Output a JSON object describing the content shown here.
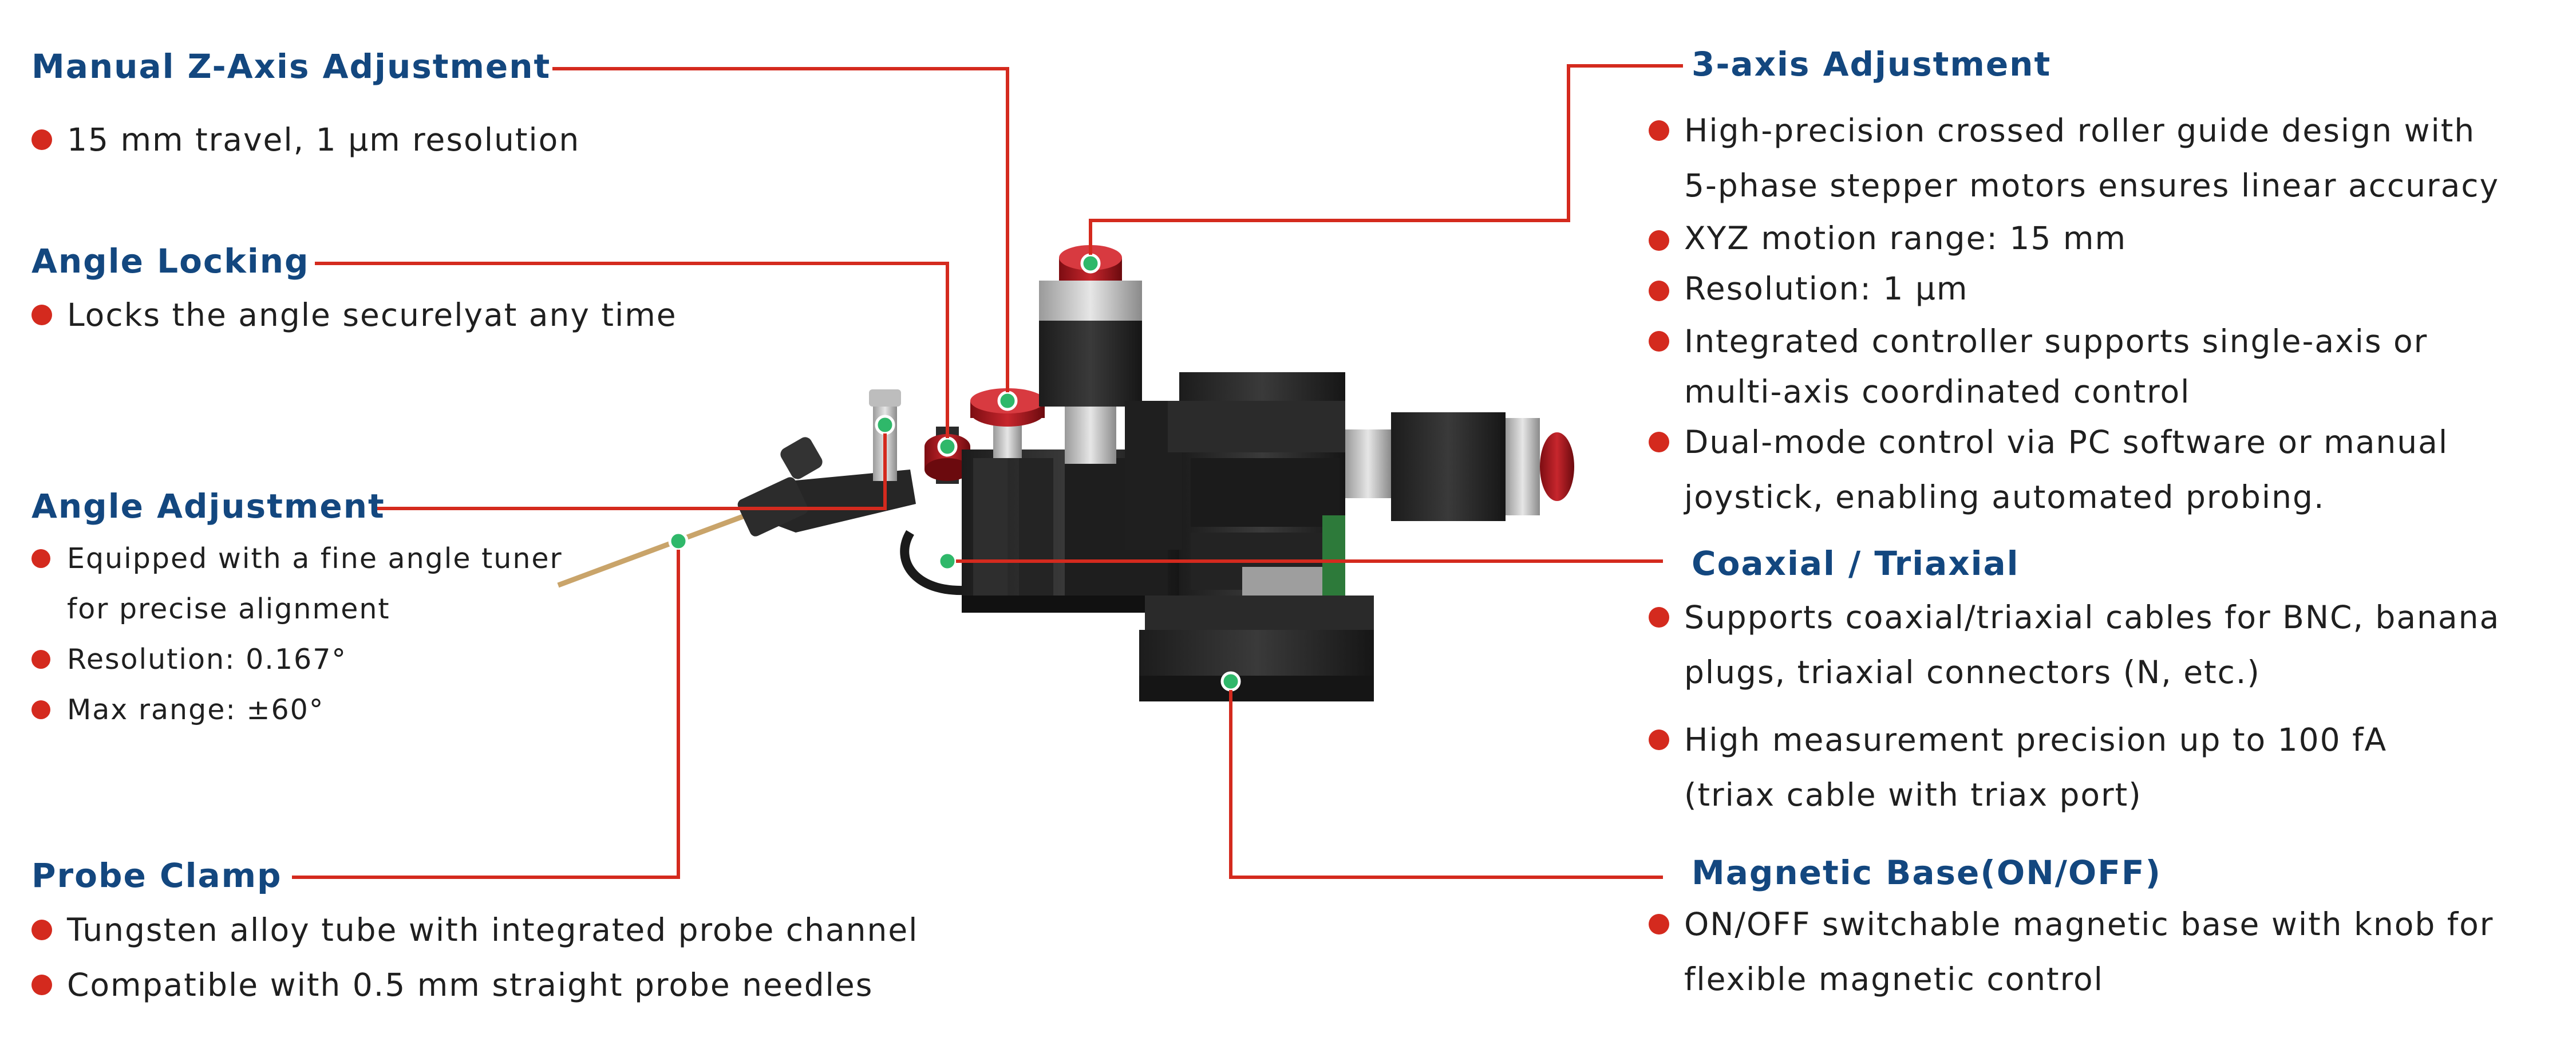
{
  "features": {
    "manual_z": {
      "title": "Manual Z-Axis Adjustment",
      "items": [
        "15 mm travel, 1 µm resolution"
      ]
    },
    "angle_locking": {
      "title": "Angle Locking",
      "items": [
        "Locks the angle securelyat any time"
      ]
    },
    "angle_adjustment": {
      "title": "Angle Adjustment",
      "item1_line1": "Equipped with a fine angle tuner",
      "item1_line2": "for precise alignment",
      "item2": "Resolution: 0.167°",
      "item3": "Max range: ±60°"
    },
    "probe_clamp": {
      "title": "Probe Clamp",
      "items": [
        "Tungsten alloy tube with integrated probe channel",
        "Compatible with 0.5 mm straight probe needles"
      ]
    },
    "three_axis": {
      "title": "3-axis Adjustment",
      "item1_line1": "High-precision crossed roller guide design with",
      "item1_line2": "5-phase stepper motors ensures linear accuracy",
      "item2": "XYZ motion range: 15 mm",
      "item3": "Resolution: 1 µm",
      "item4_line1": "Integrated controller supports single-axis or",
      "item4_line2": "multi-axis coordinated control",
      "item5_line1": "Dual-mode control via PC software or manual",
      "item5_line2": "joystick, enabling automated probing."
    },
    "coaxial": {
      "title": "Coaxial / Triaxial",
      "item1_line1": "Supports coaxial/triaxial cables for BNC, banana",
      "item1_line2": "plugs, triaxial connectors (N, etc.)",
      "item2_line1": "High measurement precision up to 100 fA",
      "item2_line2": "(triax cable with triax port)"
    },
    "magnetic_base": {
      "title": "Magnetic Base(ON/OFF)",
      "item1_line1": "ON/OFF switchable magnetic base with knob for",
      "item1_line2": "flexible magnetic control"
    }
  },
  "colors": {
    "heading": "#13477f",
    "bullet": "#d42a1e",
    "connector": "#d42a1e",
    "marker": "#2fb86a"
  }
}
